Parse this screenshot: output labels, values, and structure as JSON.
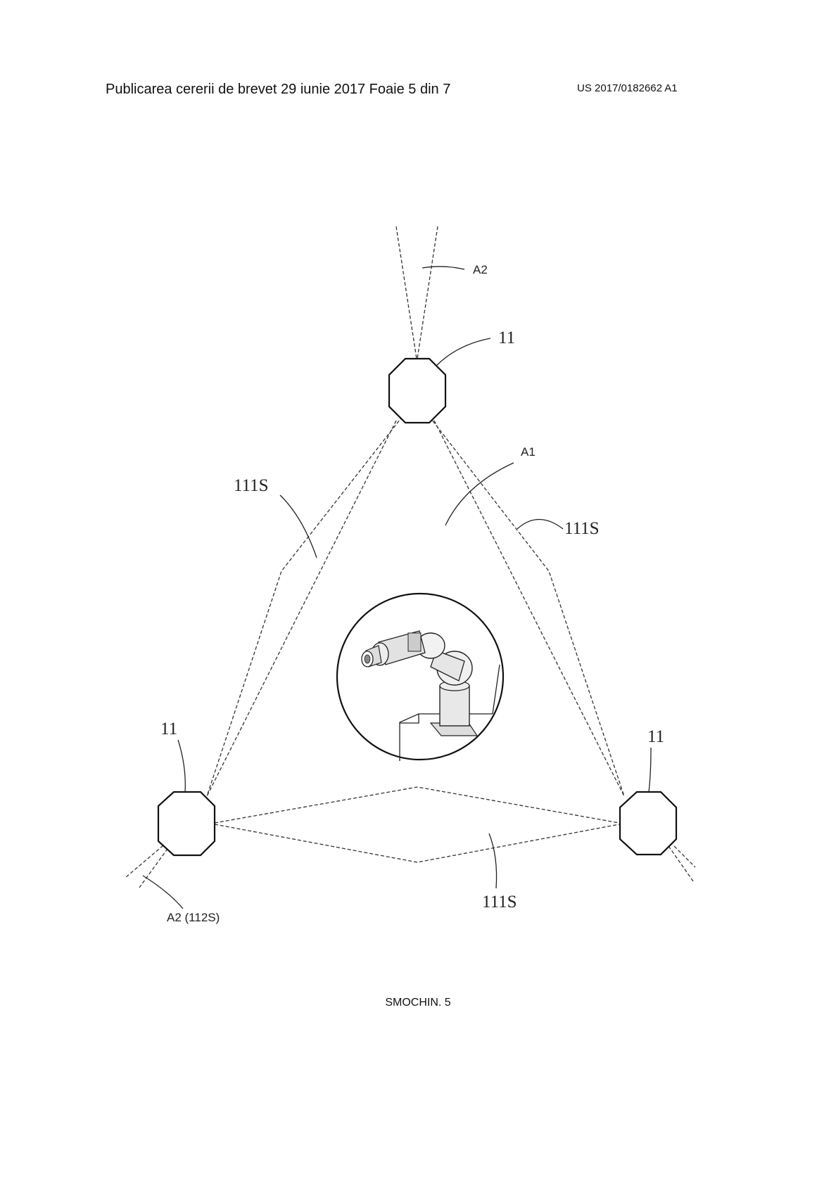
{
  "header": {
    "publication_line": "Publicarea cererii de brevet 29 iunie 2017 Foaie 5 din 7",
    "patent_number": "US 2017/0182662 A1"
  },
  "figure": {
    "labels": {
      "a2_top": "A2",
      "camera_top": "11",
      "camera_left": "11",
      "camera_right": "11",
      "a1": "A1",
      "overlap_left": "111S",
      "overlap_right": "111S",
      "overlap_bottom": "111S",
      "a2_bottom": "A2 (112S)"
    },
    "caption": "SMOCHIN. 5"
  }
}
